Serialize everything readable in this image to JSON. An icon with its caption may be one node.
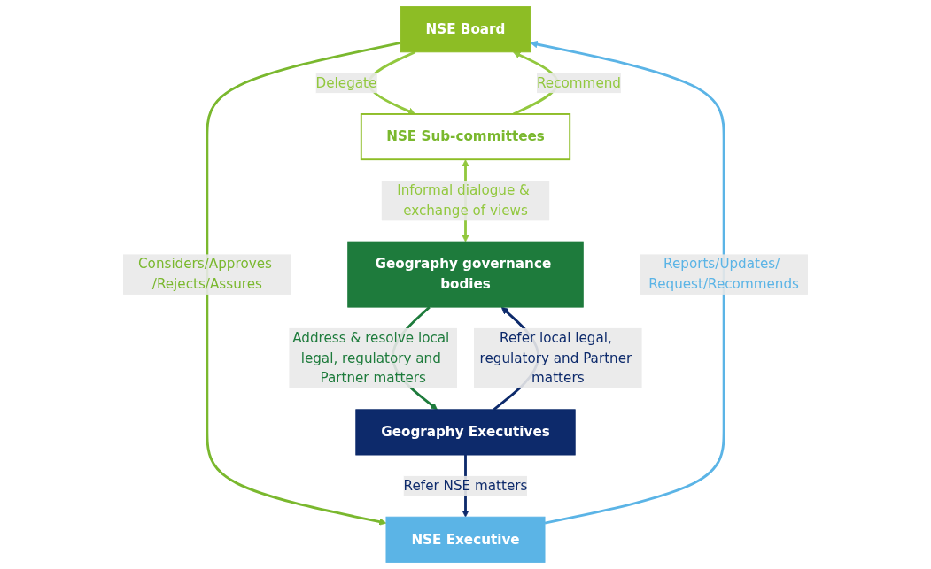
{
  "diagram": {
    "nodes": [
      {
        "text": [
          "NSE Board"
        ]
      },
      {
        "text": [
          "NSE Sub-committees"
        ]
      },
      {
        "text": [
          "NSE Executive"
        ]
      },
      {
        "text": [
          "Geography governance bodies"
        ]
      },
      {
        "text": [
          "Geography Executives"
        ]
      }
    ],
    "edges": [
      {
        "from": 0,
        "to": 1,
        "arrow": "to",
        "label": "Delegate",
        "color": "#92c83e"
      },
      {
        "from": 1,
        "to": 0,
        "arrow": "to",
        "label": "Recommend",
        "color": "#92c83e"
      },
      {
        "from": 0,
        "to": 2,
        "arrow": "to",
        "label": "Considers/Approves /Rejects/Assures",
        "color": "#7ab82e"
      },
      {
        "from": 2,
        "to": 0,
        "arrow": "to",
        "label": "Reports/Updates/ Request/Recommends",
        "color": "#5bb4e6"
      },
      {
        "from": 1,
        "to": 3,
        "arrow": "both",
        "label": "Informal dialogue & exchange of views",
        "color": "#92c83e"
      },
      {
        "from": 4,
        "to": 2,
        "arrow": "to",
        "label": "Refer NSE matters",
        "color": "#0d2a6b"
      },
      {
        "from": 4,
        "to": 3,
        "arrow": "to",
        "label": "Refer local legal, regulatory and Partner matters",
        "color": "#0d2a6b"
      },
      {
        "from": 3,
        "to": 4,
        "arrow": "to",
        "label": "Address & resolve local legal, regulatory and Partner matters",
        "color": "#1e7b3c"
      }
    ]
  }
}
